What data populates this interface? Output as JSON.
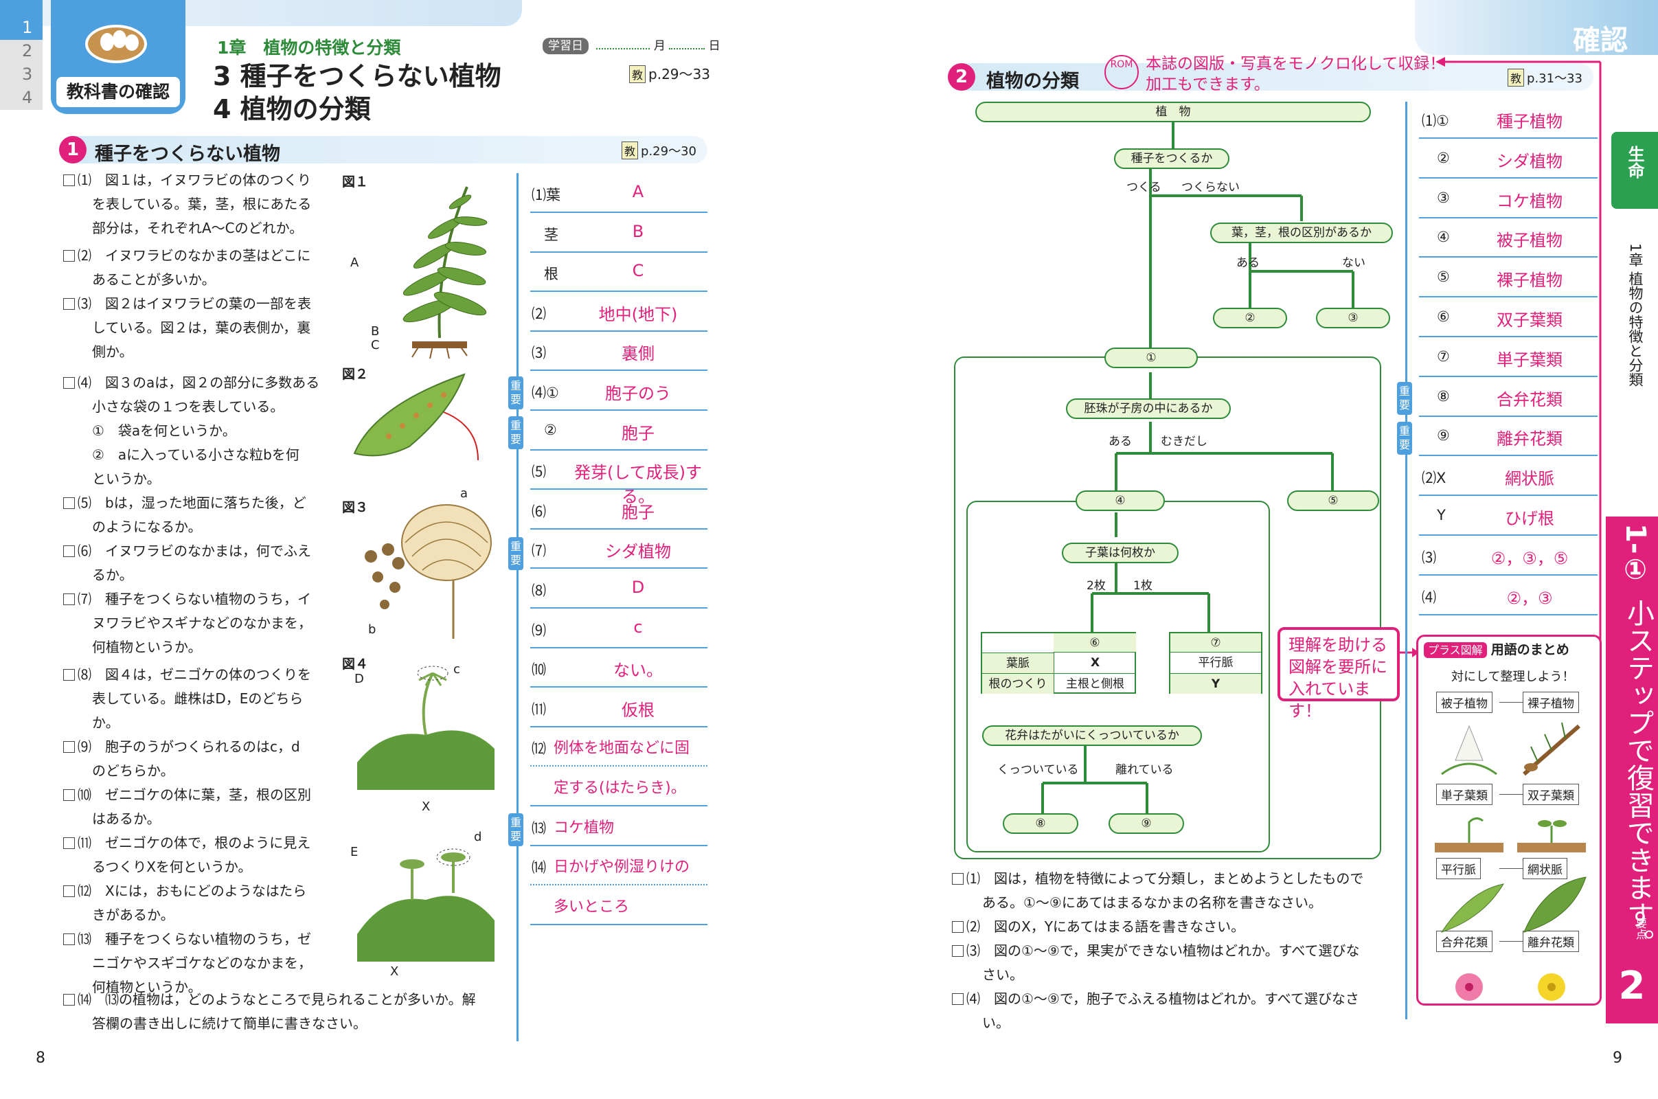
{
  "left_header": {
    "tabs": [
      "1",
      "2",
      "3",
      "4"
    ],
    "badge": "教科書の確認",
    "chapter": "1章　植物の特徴と分類",
    "title1": "3 種子をつくらない植物",
    "title2": "4 植物の分類",
    "date_tag": "学習日",
    "date_month": "月",
    "date_day": "日",
    "ref_key": "教",
    "ref": "p.29～33"
  },
  "section1": {
    "num": "1",
    "title": "種子をつくらない植物",
    "ref_key": "教",
    "ref": "p.29～30"
  },
  "questions": [
    "⑴　図１は，イヌワラビの体のつくり",
    "を表している。葉，茎，根にあたる",
    "部分は，それぞれA～Cのどれか。",
    "⑵　イヌワラビのなかまの茎はどこに",
    "あることが多いか。",
    "⑶　図２はイヌワラビの葉の一部を表",
    "している。図２は，葉の表側か，裏",
    "側か。",
    "⑷　図３のaは，図２の部分に多数ある",
    "小さな袋の１つを表している。",
    "①　袋aを何というか。",
    "②　aに入っている小さな粒bを何",
    "というか。",
    "⑸　bは，湿った地面に落ちた後，ど",
    "のようになるか。",
    "⑹　イヌワラビのなかまは，何でふえ",
    "るか。",
    "⑺　種子をつくらない植物のうち，イ",
    "ヌワラビやスギナなどのなかまを，",
    "何植物というか。",
    "⑻　図４は，ゼニゴケの体のつくりを",
    "表している。雌株はD，Eのどちら",
    "か。",
    "⑼　胞子のうがつくられるのはc，d",
    "のどちらか。",
    "⑽　ゼニゴケの体に葉，茎，根の区別",
    "はあるか。",
    "⑾　ゼニゴケの体で，根のように見え",
    "るつくりXを何というか。",
    "⑿　Xには，おもにどのようなはたら",
    "きがあるか。",
    "⒀　種子をつくらない植物のうち，ゼ",
    "ニゴケやスギゴケなどのなかまを，",
    "何植物というか。"
  ],
  "q14a": "⒁　⒀の植物は，どのようなところで見られることが多いか。解",
  "q14b": "答欄の書き出しに続けて簡単に書きなさい。",
  "question_checks": [
    0,
    3,
    5,
    8,
    13,
    15,
    17,
    20,
    23,
    25,
    27,
    29,
    31
  ],
  "question_y": [
    245,
    280,
    315,
    355,
    390,
    425,
    460,
    495,
    540,
    575,
    610,
    645,
    680,
    715,
    750,
    785,
    820,
    855,
    890,
    925,
    965,
    1000,
    1035,
    1070,
    1105,
    1140,
    1175,
    1210,
    1245,
    1280,
    1315,
    1350,
    1385,
    1420
  ],
  "figs": [
    "図１",
    "図２",
    "図３",
    "図４"
  ],
  "fig_letters": [
    "A",
    "B",
    "C",
    "a",
    "b",
    "c",
    "D",
    "X",
    "E",
    "d",
    "X"
  ],
  "answers": [
    {
      "k": "⑴葉",
      "v": "A"
    },
    {
      "k": "茎",
      "v": "B"
    },
    {
      "k": "根",
      "v": "C"
    },
    {
      "k": "⑵",
      "v": "地中(地下)"
    },
    {
      "k": "⑶",
      "v": "裏側"
    },
    {
      "k": "⑷①",
      "v": "胞子のう"
    },
    {
      "k": "②",
      "v": "胞子"
    },
    {
      "k": "⑸",
      "v": "発芽(して成長)する。"
    },
    {
      "k": "⑹",
      "v": "胞子"
    },
    {
      "k": "⑺",
      "v": "シダ植物"
    },
    {
      "k": "⑻",
      "v": "D"
    },
    {
      "k": "⑼",
      "v": "c"
    },
    {
      "k": "⑽",
      "v": "ない。"
    },
    {
      "k": "⑾",
      "v": "仮根"
    },
    {
      "k": "⑿",
      "v": "例体を地面などに固"
    },
    {
      "k": "",
      "v": "定する(はたらき)。"
    },
    {
      "k": "⒀",
      "v": "コケ植物"
    },
    {
      "k": "⒁",
      "v": "日かげや例湿りけの"
    },
    {
      "k": "",
      "v": "多いところ"
    }
  ],
  "juyo": "重要",
  "page_left": "8",
  "page_right": "9",
  "right_header": {
    "corner": "確認"
  },
  "section2": {
    "num": "2",
    "title": "植物の分類",
    "ref_key": "教",
    "ref": "p.31～33"
  },
  "rom": {
    "badge": "ROM",
    "line1": "本誌の図版・写真をモノクロ化して収録！",
    "line2": "加工もできます。"
  },
  "tree": {
    "root": "植　物",
    "q1": "種子をつくるか",
    "q1_yes": "つくる",
    "q1_no": "つくらない",
    "q2": "葉，茎，根の区別があるか",
    "q2_yes": "ある",
    "q2_no": "ない",
    "n1": "①",
    "n2": "②",
    "n3": "③",
    "n4": "④",
    "n5": "⑤",
    "q3": "胚珠が子房の中にあるか",
    "q3_yes": "ある",
    "q3_no": "むきだし",
    "q4": "子葉は何枚か",
    "q4_a": "2枚",
    "q4_b": "1枚",
    "n6": "⑥",
    "n7": "⑦",
    "t_h1": "葉脈",
    "t_h2": "根のつくり",
    "t_x": "X",
    "t_root": "主根と側根",
    "t_par": "平行脈",
    "t_y": "Y",
    "q5": "花弁はたがいにくっついているか",
    "q5_yes": "くっついている",
    "q5_no": "離れている",
    "n8": "⑧",
    "n9": "⑨"
  },
  "rquestions": [
    "⑴　図は，植物を特徴によって分類し，まとめようとしたもので",
    "ある。①～⑨にあてはまるなかまの名称を書きなさい。",
    "⑵　図のX，Yにあてはまる語を書きなさい。",
    "⑶　図の①～⑨で，果実ができない植物はどれか。すべて選びな",
    "さい。",
    "⑷　図の①～⑨で，胞子でふえる植物はどれか。すべて選びなさ",
    "い。"
  ],
  "ranswers": [
    {
      "k": "⑴①",
      "v": "種子植物"
    },
    {
      "k": "②",
      "v": "シダ植物"
    },
    {
      "k": "③",
      "v": "コケ植物"
    },
    {
      "k": "④",
      "v": "被子植物"
    },
    {
      "k": "⑤",
      "v": "裸子植物"
    },
    {
      "k": "⑥",
      "v": "双子葉類"
    },
    {
      "k": "⑦",
      "v": "単子葉類"
    },
    {
      "k": "⑧",
      "v": "合弁花類"
    },
    {
      "k": "⑨",
      "v": "離弁花類"
    },
    {
      "k": "⑵X",
      "v": "網状脈"
    },
    {
      "k": "Y",
      "v": "ひげ根"
    },
    {
      "k": "⑶",
      "v": "②，③，⑤"
    },
    {
      "k": "⑷",
      "v": "②，③"
    }
  ],
  "callout": {
    "l1": "理解を助ける",
    "l2": "図解を要所に",
    "l3": "入れています！"
  },
  "plus": {
    "tag": "プラス図解",
    "title": "用語のまとめ",
    "sub": "対にして整理しよう！",
    "pairs": [
      [
        "被子植物",
        "裸子植物"
      ],
      [
        "単子葉類",
        "双子葉類"
      ],
      [
        "平行脈",
        "網状脈"
      ],
      [
        "合弁花類",
        "離弁花類"
      ]
    ]
  },
  "sidebar": {
    "life": "生命",
    "chapter": "1章 植物の特徴と分類",
    "step": "1-①",
    "vertical": "小ステップで復習できます。",
    "small": "要点",
    "num": "2"
  }
}
